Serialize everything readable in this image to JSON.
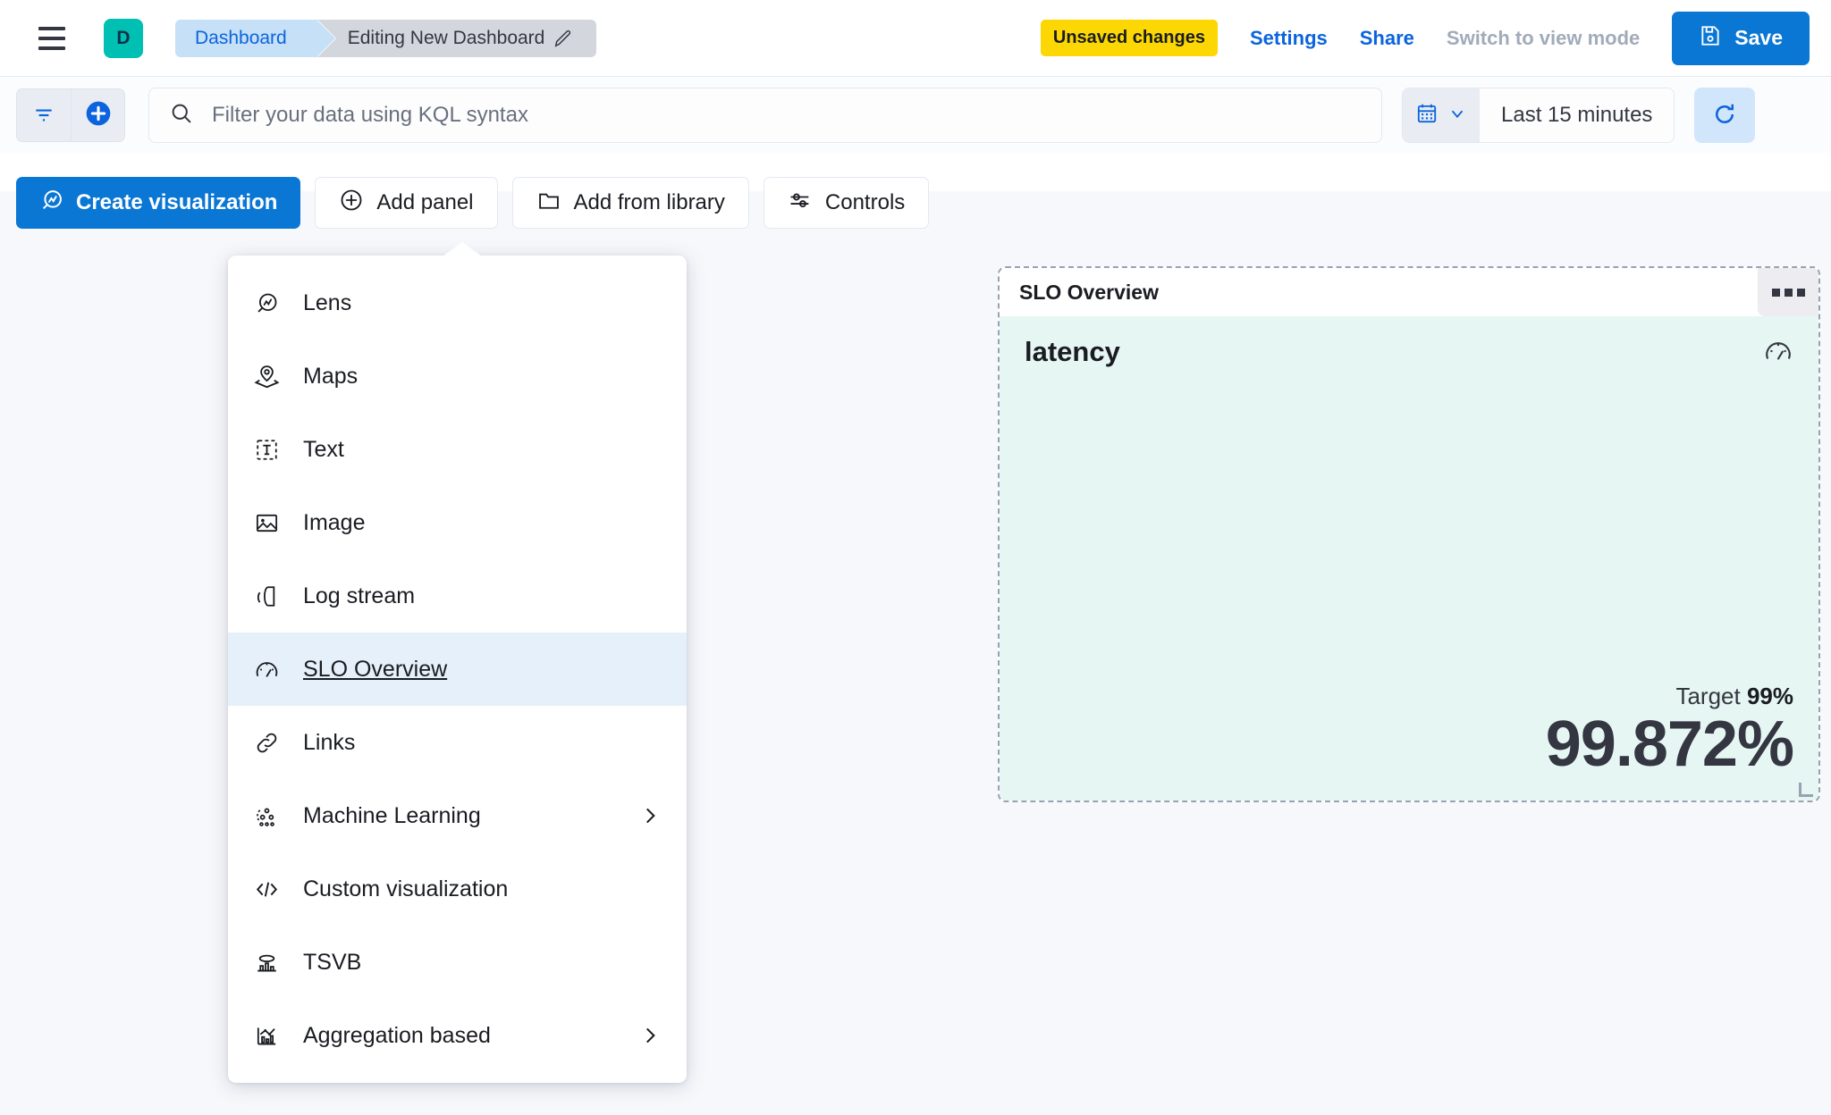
{
  "header": {
    "menu_icon": "hamburger-icon",
    "app_badge": "D",
    "breadcrumbs": [
      {
        "label": "Dashboard",
        "icon": ""
      },
      {
        "label": "Editing New Dashboard",
        "icon": "pencil-icon"
      }
    ],
    "unsaved_label": "Unsaved changes",
    "settings_label": "Settings",
    "share_label": "Share",
    "view_mode_label": "Switch to view mode",
    "save_label": "Save",
    "save_icon": "save-disk-icon",
    "accent_blue": "#0b77d4",
    "badge_yellow": "#fcd703",
    "badge_teal": "#00bfb3"
  },
  "query_bar": {
    "filter_icon": "filter-icon",
    "add_filter_icon": "plus-circle-icon",
    "search_icon": "search-icon",
    "kql_placeholder": "Filter your data using KQL syntax",
    "kql_value": "",
    "calendar_icon": "calendar-icon",
    "chevron_icon": "chevron-down-icon",
    "time_range": "Last 15 minutes",
    "refresh_icon": "refresh-icon"
  },
  "toolbar": {
    "create_visualization": "Create visualization",
    "create_visualization_icon": "lens-icon",
    "add_panel": "Add panel",
    "add_panel_icon": "plus-circle-icon",
    "add_from_library": "Add from library",
    "add_from_library_icon": "folder-icon",
    "controls": "Controls",
    "controls_icon": "sliders-icon"
  },
  "add_panel_menu": {
    "open": true,
    "selected": "SLO Overview",
    "items": [
      {
        "label": "Lens",
        "icon": "lens-icon",
        "submenu": false,
        "selected": false
      },
      {
        "label": "Maps",
        "icon": "map-marker-icon",
        "submenu": false,
        "selected": false
      },
      {
        "label": "Text",
        "icon": "text-box-icon",
        "submenu": false,
        "selected": false
      },
      {
        "label": "Image",
        "icon": "image-icon",
        "submenu": false,
        "selected": false
      },
      {
        "label": "Log stream",
        "icon": "log-stream-icon",
        "submenu": false,
        "selected": false
      },
      {
        "label": "SLO Overview",
        "icon": "gauge-icon",
        "submenu": false,
        "selected": true
      },
      {
        "label": "Links",
        "icon": "link-icon",
        "submenu": false,
        "selected": false
      },
      {
        "label": "Machine Learning",
        "icon": "ml-nodes-icon",
        "submenu": true,
        "selected": false
      },
      {
        "label": "Custom visualization",
        "icon": "code-icon",
        "submenu": false,
        "selected": false
      },
      {
        "label": "TSVB",
        "icon": "tsvb-chart-icon",
        "submenu": false,
        "selected": false
      },
      {
        "label": "Aggregation based",
        "icon": "agg-chart-icon",
        "submenu": true,
        "selected": false
      }
    ]
  },
  "slo_panel": {
    "title": "SLO Overview",
    "menu_icon": "panel-context-menu-icon",
    "metric_name": "latency",
    "metric_icon": "gauge-icon",
    "target_label": "Target",
    "target_value": "99%",
    "sli_value": "99.872%",
    "body_bg": "#e6f6f3",
    "resize_handle": "resize-handle"
  }
}
